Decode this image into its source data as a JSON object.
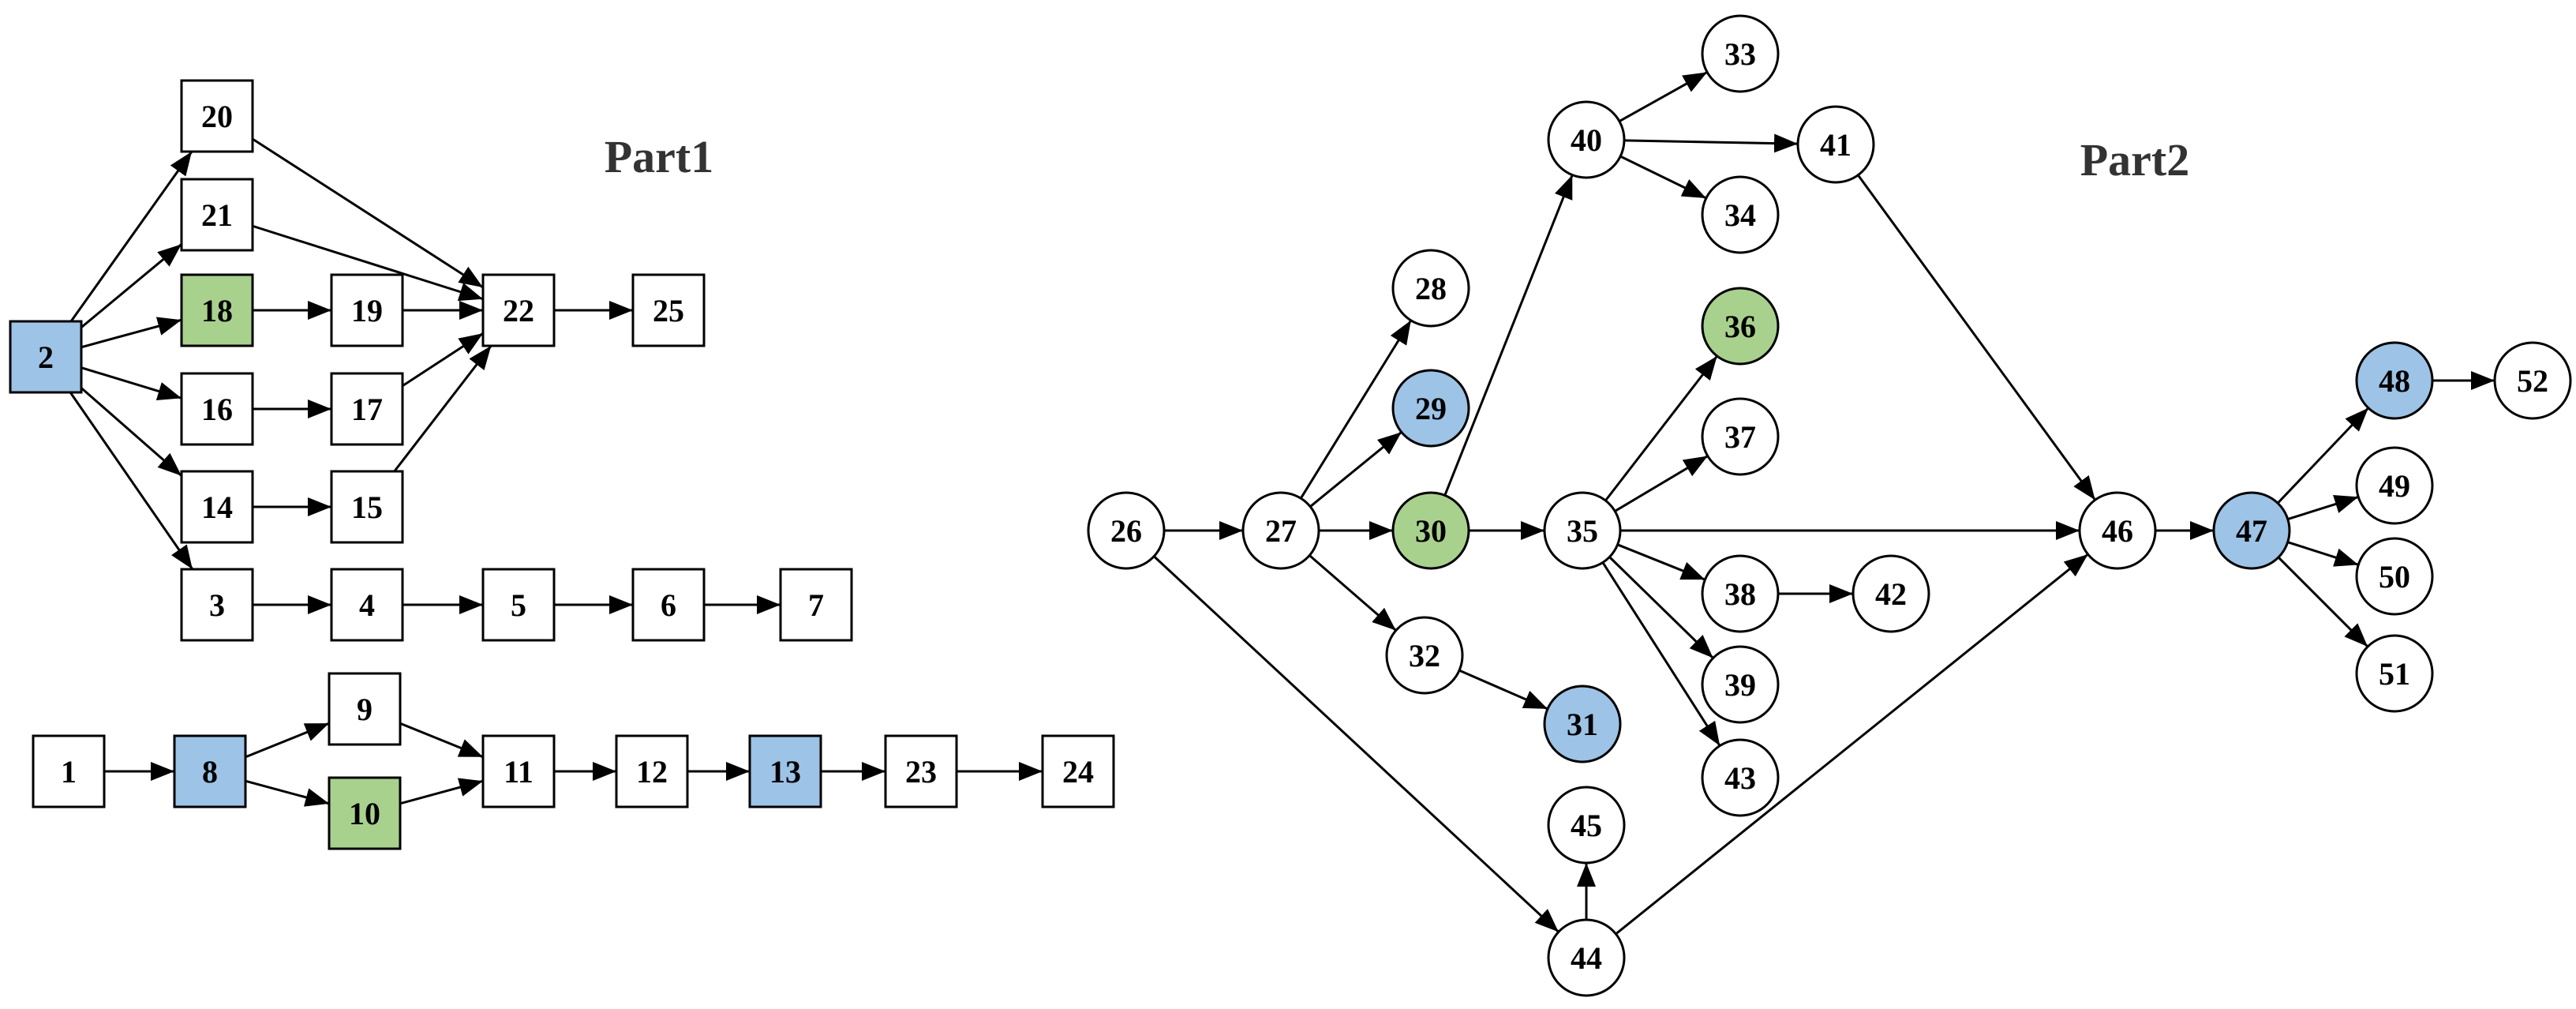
{
  "parts": [
    {
      "id": "p1",
      "title": "Part1"
    },
    {
      "id": "p2",
      "title": "Part2"
    }
  ],
  "colors": {
    "default": "#ffffff",
    "blue": "#9dc3e6",
    "green": "#a9d18e",
    "stroke": "#000000"
  },
  "nodes": [
    {
      "id": "2",
      "label": "2",
      "shape": "square",
      "fill": "blue"
    },
    {
      "id": "20",
      "label": "20",
      "shape": "square",
      "fill": "default"
    },
    {
      "id": "21",
      "label": "21",
      "shape": "square",
      "fill": "default"
    },
    {
      "id": "18",
      "label": "18",
      "shape": "square",
      "fill": "green"
    },
    {
      "id": "19",
      "label": "19",
      "shape": "square",
      "fill": "default"
    },
    {
      "id": "22",
      "label": "22",
      "shape": "square",
      "fill": "default"
    },
    {
      "id": "25",
      "label": "25",
      "shape": "square",
      "fill": "default"
    },
    {
      "id": "16",
      "label": "16",
      "shape": "square",
      "fill": "default"
    },
    {
      "id": "17",
      "label": "17",
      "shape": "square",
      "fill": "default"
    },
    {
      "id": "14",
      "label": "14",
      "shape": "square",
      "fill": "default"
    },
    {
      "id": "15",
      "label": "15",
      "shape": "square",
      "fill": "default"
    },
    {
      "id": "3",
      "label": "3",
      "shape": "square",
      "fill": "default"
    },
    {
      "id": "4",
      "label": "4",
      "shape": "square",
      "fill": "default"
    },
    {
      "id": "5",
      "label": "5",
      "shape": "square",
      "fill": "default"
    },
    {
      "id": "6",
      "label": "6",
      "shape": "square",
      "fill": "default"
    },
    {
      "id": "7",
      "label": "7",
      "shape": "square",
      "fill": "default"
    },
    {
      "id": "1",
      "label": "1",
      "shape": "square",
      "fill": "default"
    },
    {
      "id": "8",
      "label": "8",
      "shape": "square",
      "fill": "blue"
    },
    {
      "id": "9",
      "label": "9",
      "shape": "square",
      "fill": "default"
    },
    {
      "id": "10",
      "label": "10",
      "shape": "square",
      "fill": "green"
    },
    {
      "id": "11",
      "label": "11",
      "shape": "square",
      "fill": "default"
    },
    {
      "id": "12",
      "label": "12",
      "shape": "square",
      "fill": "default"
    },
    {
      "id": "13",
      "label": "13",
      "shape": "square",
      "fill": "blue"
    },
    {
      "id": "23",
      "label": "23",
      "shape": "square",
      "fill": "default"
    },
    {
      "id": "24",
      "label": "24",
      "shape": "square",
      "fill": "default"
    },
    {
      "id": "26",
      "label": "26",
      "shape": "circle",
      "fill": "default"
    },
    {
      "id": "27",
      "label": "27",
      "shape": "circle",
      "fill": "default"
    },
    {
      "id": "28",
      "label": "28",
      "shape": "circle",
      "fill": "default"
    },
    {
      "id": "29",
      "label": "29",
      "shape": "circle",
      "fill": "blue"
    },
    {
      "id": "30",
      "label": "30",
      "shape": "circle",
      "fill": "green"
    },
    {
      "id": "32",
      "label": "32",
      "shape": "circle",
      "fill": "default"
    },
    {
      "id": "31",
      "label": "31",
      "shape": "circle",
      "fill": "blue"
    },
    {
      "id": "40",
      "label": "40",
      "shape": "circle",
      "fill": "default"
    },
    {
      "id": "33",
      "label": "33",
      "shape": "circle",
      "fill": "default"
    },
    {
      "id": "34",
      "label": "34",
      "shape": "circle",
      "fill": "default"
    },
    {
      "id": "41",
      "label": "41",
      "shape": "circle",
      "fill": "default"
    },
    {
      "id": "35",
      "label": "35",
      "shape": "circle",
      "fill": "default"
    },
    {
      "id": "36",
      "label": "36",
      "shape": "circle",
      "fill": "green"
    },
    {
      "id": "37",
      "label": "37",
      "shape": "circle",
      "fill": "default"
    },
    {
      "id": "38",
      "label": "38",
      "shape": "circle",
      "fill": "default"
    },
    {
      "id": "42",
      "label": "42",
      "shape": "circle",
      "fill": "default"
    },
    {
      "id": "39",
      "label": "39",
      "shape": "circle",
      "fill": "default"
    },
    {
      "id": "43",
      "label": "43",
      "shape": "circle",
      "fill": "default"
    },
    {
      "id": "45",
      "label": "45",
      "shape": "circle",
      "fill": "default"
    },
    {
      "id": "44",
      "label": "44",
      "shape": "circle",
      "fill": "default"
    },
    {
      "id": "46",
      "label": "46",
      "shape": "circle",
      "fill": "default"
    },
    {
      "id": "47",
      "label": "47",
      "shape": "circle",
      "fill": "blue"
    },
    {
      "id": "48",
      "label": "48",
      "shape": "circle",
      "fill": "blue"
    },
    {
      "id": "52",
      "label": "52",
      "shape": "circle",
      "fill": "default"
    },
    {
      "id": "49",
      "label": "49",
      "shape": "circle",
      "fill": "default"
    },
    {
      "id": "50",
      "label": "50",
      "shape": "circle",
      "fill": "default"
    },
    {
      "id": "51",
      "label": "51",
      "shape": "circle",
      "fill": "default"
    }
  ],
  "edges": [
    [
      "2",
      "20"
    ],
    [
      "2",
      "21"
    ],
    [
      "2",
      "18"
    ],
    [
      "2",
      "16"
    ],
    [
      "2",
      "14"
    ],
    [
      "2",
      "3"
    ],
    [
      "20",
      "22"
    ],
    [
      "21",
      "22"
    ],
    [
      "18",
      "19"
    ],
    [
      "19",
      "22"
    ],
    [
      "16",
      "17"
    ],
    [
      "17",
      "22"
    ],
    [
      "14",
      "15"
    ],
    [
      "15",
      "22"
    ],
    [
      "22",
      "25"
    ],
    [
      "3",
      "4"
    ],
    [
      "4",
      "5"
    ],
    [
      "5",
      "6"
    ],
    [
      "6",
      "7"
    ],
    [
      "1",
      "8"
    ],
    [
      "8",
      "9"
    ],
    [
      "8",
      "10"
    ],
    [
      "9",
      "11"
    ],
    [
      "10",
      "11"
    ],
    [
      "11",
      "12"
    ],
    [
      "12",
      "13"
    ],
    [
      "13",
      "23"
    ],
    [
      "23",
      "24"
    ],
    [
      "26",
      "27"
    ],
    [
      "26",
      "44"
    ],
    [
      "27",
      "28"
    ],
    [
      "27",
      "29"
    ],
    [
      "27",
      "30"
    ],
    [
      "27",
      "32"
    ],
    [
      "32",
      "31"
    ],
    [
      "30",
      "40"
    ],
    [
      "30",
      "35"
    ],
    [
      "40",
      "33"
    ],
    [
      "40",
      "41"
    ],
    [
      "40",
      "34"
    ],
    [
      "41",
      "46"
    ],
    [
      "35",
      "36"
    ],
    [
      "35",
      "37"
    ],
    [
      "35",
      "46"
    ],
    [
      "35",
      "38"
    ],
    [
      "35",
      "39"
    ],
    [
      "35",
      "43"
    ],
    [
      "38",
      "42"
    ],
    [
      "44",
      "45"
    ],
    [
      "44",
      "46"
    ],
    [
      "46",
      "47"
    ],
    [
      "47",
      "48"
    ],
    [
      "47",
      "49"
    ],
    [
      "47",
      "50"
    ],
    [
      "47",
      "51"
    ],
    [
      "48",
      "52"
    ]
  ]
}
